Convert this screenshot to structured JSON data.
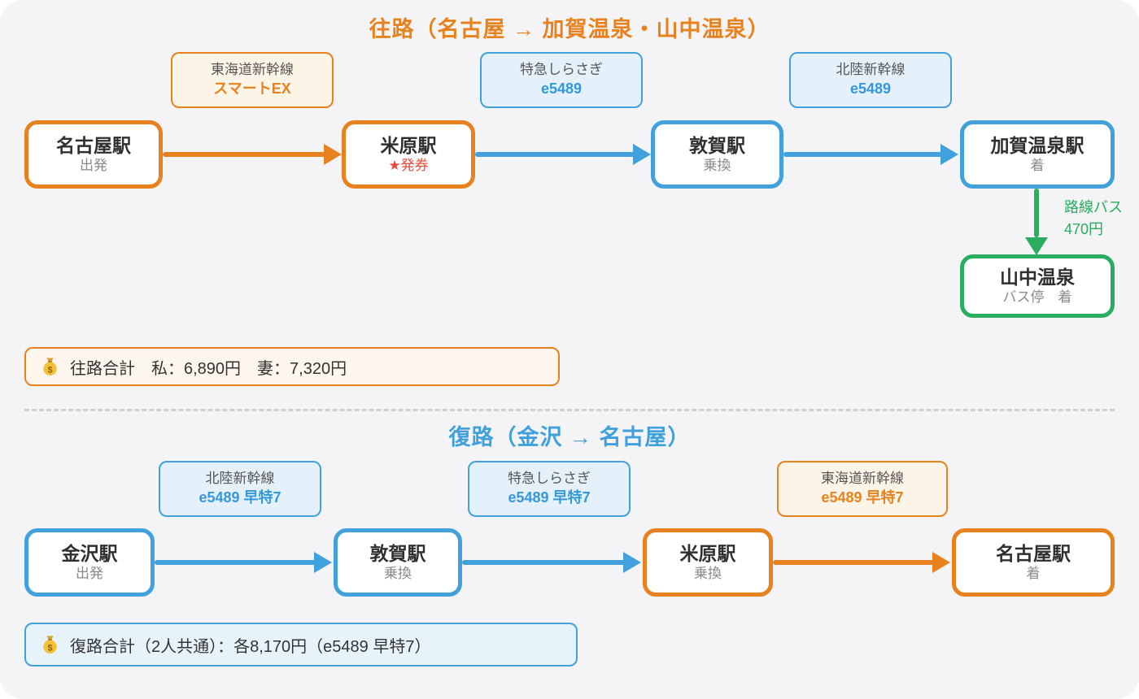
{
  "colors": {
    "orange": "#E8821E",
    "blue": "#41A1DC",
    "green": "#2AAD5E",
    "red": "#E5493A",
    "background": "#F4F4F6"
  },
  "outbound": {
    "title": "往路（名古屋 → 加賀温泉・山中温泉）",
    "stations": [
      {
        "name": "名古屋駅",
        "sub": "出発"
      },
      {
        "name": "米原駅",
        "sub": "★発券"
      },
      {
        "name": "敦賀駅",
        "sub": "乗換"
      },
      {
        "name": "加賀温泉駅",
        "sub": "着"
      },
      {
        "name": "山中温泉",
        "sub": "バス停　着"
      }
    ],
    "legs": [
      {
        "line": "東海道新幹線",
        "ticket": "スマートEX"
      },
      {
        "line": "特急しらさぎ",
        "ticket": "e5489"
      },
      {
        "line": "北陸新幹線",
        "ticket": "e5489"
      }
    ],
    "bus_leg": {
      "mode": "路線バス",
      "fare": "470円"
    },
    "summary": "往路合計　私：6,890円　妻：7,320円"
  },
  "inbound": {
    "title": "復路（金沢 → 名古屋）",
    "stations": [
      {
        "name": "金沢駅",
        "sub": "出発"
      },
      {
        "name": "敦賀駅",
        "sub": "乗換"
      },
      {
        "name": "米原駅",
        "sub": "乗換"
      },
      {
        "name": "名古屋駅",
        "sub": "着"
      }
    ],
    "legs": [
      {
        "line": "北陸新幹線",
        "ticket": "e5489 早特7"
      },
      {
        "line": "特急しらさぎ",
        "ticket": "e5489 早特7"
      },
      {
        "line": "東海道新幹線",
        "ticket": "e5489 早特7"
      }
    ],
    "summary": "復路合計（2人共通）：各8,170円（e5489 早特7）"
  },
  "icons": {
    "summary_icon": "money-bag-icon"
  }
}
